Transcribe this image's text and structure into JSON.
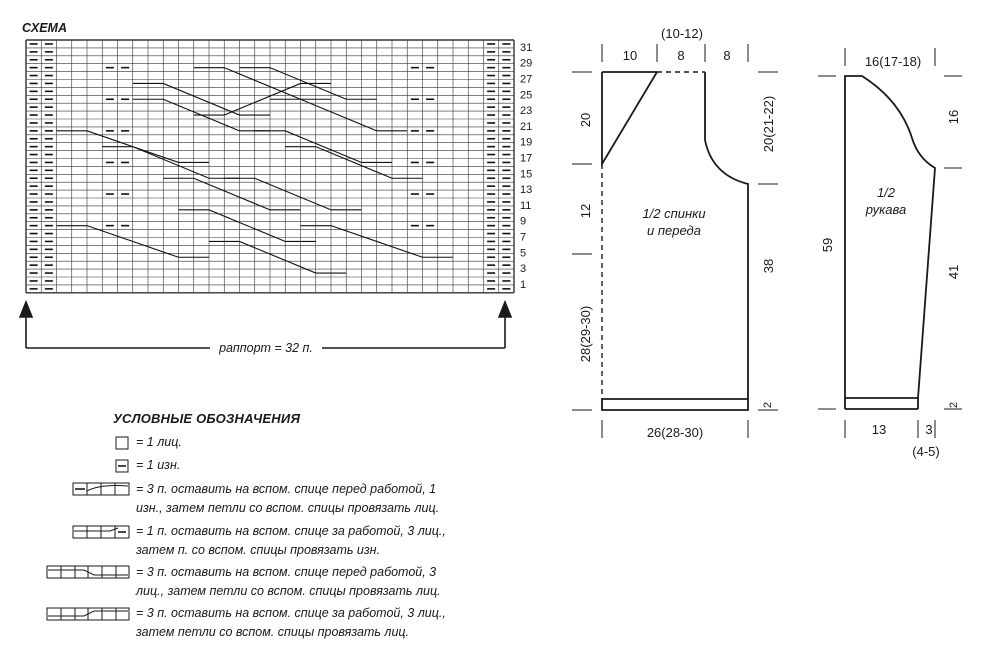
{
  "chart": {
    "title": "СХЕМА",
    "row_numbers": [
      "31",
      "29",
      "27",
      "25",
      "23",
      "21",
      "19",
      "17",
      "15",
      "13",
      "11",
      "9",
      "7",
      "5",
      "3",
      "1"
    ],
    "repeat_label": "раппорт = 32 п."
  },
  "back": {
    "top_dim_group": "(10-12)",
    "top_dims": [
      "10",
      "8",
      "8"
    ],
    "left_dims": [
      "20",
      "12",
      "28(29-30)"
    ],
    "right_dims": [
      "20(21-22)",
      "38",
      "2"
    ],
    "bottom_dim": "26(28-30)",
    "label_line1": "1/2 спинки",
    "label_line2": "и переда"
  },
  "sleeve": {
    "top_dim": "16(17-18)",
    "left_dim": "59",
    "right_dims": [
      "16",
      "41",
      "2"
    ],
    "bottom_dims": [
      "13",
      "3",
      "(4-5)"
    ],
    "label_line1": "1/2",
    "label_line2": "рукава"
  },
  "legend": {
    "title": "УСЛОВНЫЕ ОБОЗНАЧЕНИЯ",
    "items": [
      {
        "icon": "knit-stitch-icon",
        "lines": [
          "= 1 лиц."
        ]
      },
      {
        "icon": "purl-stitch-icon",
        "lines": [
          "= 1 изн."
        ]
      },
      {
        "icon": "cable-3-front-purl-icon",
        "lines": [
          "= 3 п. оставить на вспом. спице перед работой, 1",
          "изн., затем петли со вспом. спицы провязать лиц."
        ]
      },
      {
        "icon": "cable-1-back-knit-icon",
        "lines": [
          "= 1 п. оставить на вспом. спице за работой, 3 лиц.,",
          "затем п. со вспом. спицы провязать изн."
        ]
      },
      {
        "icon": "cable-3-front-knit-icon",
        "lines": [
          "= 3 п. оставить на вспом. спице перед работой, 3",
          "лиц., затем петли со вспом. спицы провязать лиц."
        ]
      },
      {
        "icon": "cable-3-back-knit-icon",
        "lines": [
          "= 3 п. оставить на вспом. спице за работой, 3 лиц.,",
          "затем петли со вспом. спицы провязать лиц."
        ]
      }
    ]
  }
}
